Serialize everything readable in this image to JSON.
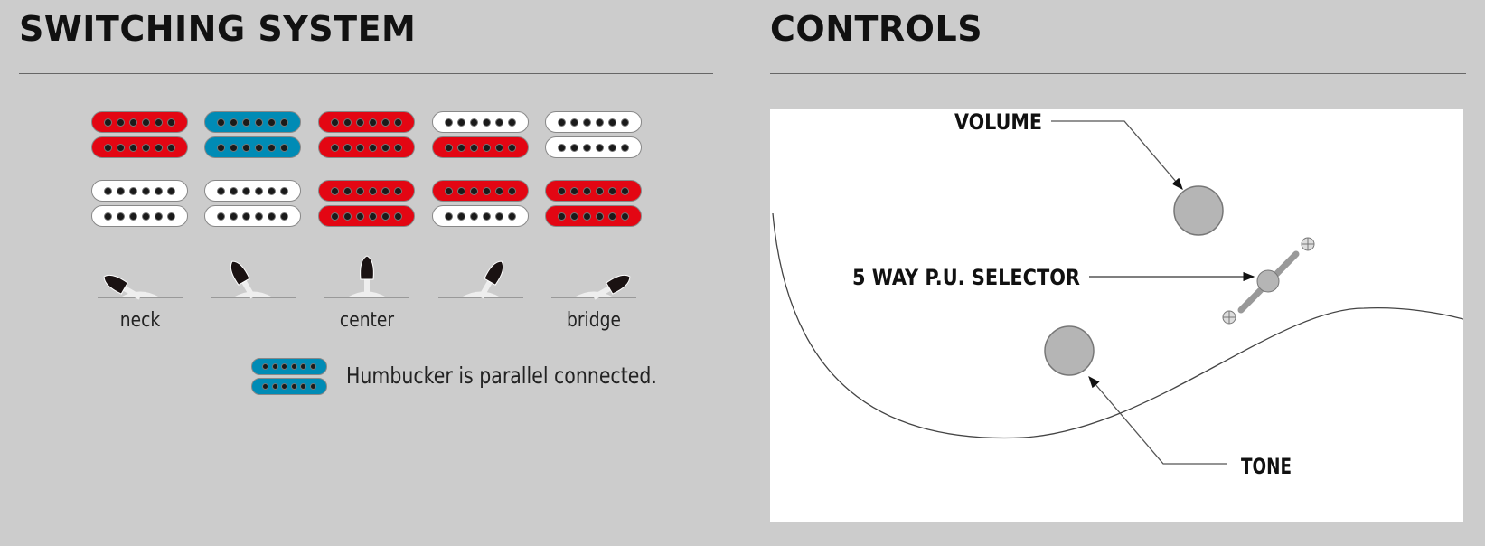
{
  "switching": {
    "title": "SWITCHING SYSTEM",
    "colors": {
      "red": "#e30613",
      "blue": "#008bb5",
      "white": "#ffffff"
    },
    "positions": [
      {
        "neck": [
          "red",
          "red"
        ],
        "bridge": [
          "white",
          "white"
        ],
        "label": "neck",
        "lever_angle": -60
      },
      {
        "neck": [
          "blue",
          "blue"
        ],
        "bridge": [
          "white",
          "white"
        ],
        "label": "",
        "lever_angle": -30
      },
      {
        "neck": [
          "red",
          "red"
        ],
        "bridge": [
          "red",
          "red"
        ],
        "label": "center",
        "lever_angle": 0
      },
      {
        "neck": [
          "white",
          "red"
        ],
        "bridge": [
          "red",
          "white"
        ],
        "label": "",
        "lever_angle": 30
      },
      {
        "neck": [
          "white",
          "white"
        ],
        "bridge": [
          "red",
          "red"
        ],
        "label": "bridge",
        "lever_angle": 60
      }
    ],
    "legend": {
      "color": "blue",
      "text": "Humbucker is parallel connected."
    }
  },
  "controls": {
    "title": "CONTROLS",
    "volume_label": "VOLUME",
    "selector_label": "5 WAY P.U. SELECTOR",
    "tone_label": "TONE"
  }
}
